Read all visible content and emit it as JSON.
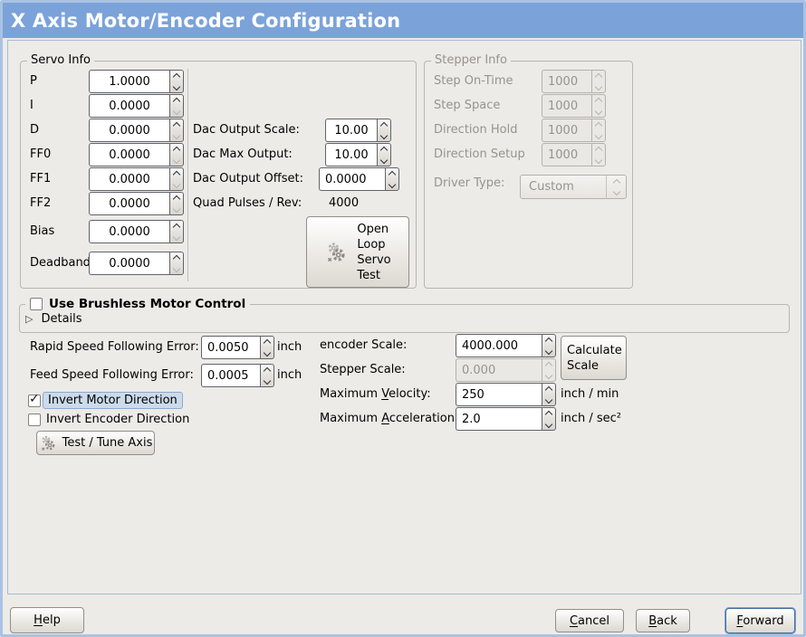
{
  "window": {
    "title": "X Axis Motor/Encoder Configuration"
  },
  "colors": {
    "titlebar_bg": "#7ba3d9",
    "window_border": "#aac2e2",
    "content_border": "#a5bbd8",
    "selection_bg": "#ccdbeb",
    "focus_ring": "#7da1cb"
  },
  "servo": {
    "frame_label": "Servo Info",
    "rows": [
      {
        "label": "P",
        "value": "1.0000"
      },
      {
        "label": "I",
        "value": "0.0000"
      },
      {
        "label": "D",
        "value": "0.0000"
      },
      {
        "label": "FF0",
        "value": "0.0000"
      },
      {
        "label": "FF1",
        "value": "0.0000"
      },
      {
        "label": "FF2",
        "value": "0.0000"
      },
      {
        "label": "Bias",
        "value": "0.0000"
      },
      {
        "label": "Deadband",
        "value": "0.0000"
      }
    ],
    "dac": [
      {
        "label": "Dac Output Scale:",
        "value": "10.00"
      },
      {
        "label": "Dac Max Output:",
        "value": "10.00"
      },
      {
        "label": "Dac Output Offset:",
        "value": "0.0000"
      }
    ],
    "quad_label": "Quad Pulses / Rev:",
    "quad_value": "4000",
    "open_loop_button_lines": [
      "Open",
      "Loop",
      "Servo",
      "Test"
    ]
  },
  "stepper": {
    "frame_label": "Stepper Info",
    "rows": [
      {
        "label": "Step On-Time",
        "value": "1000"
      },
      {
        "label": "Step Space",
        "value": "1000"
      },
      {
        "label": "Direction Hold",
        "value": "1000"
      },
      {
        "label": "Direction Setup",
        "value": "1000"
      }
    ],
    "driver_label": "Driver Type:",
    "driver_value": "Custom"
  },
  "brushless": {
    "checkbox_label": "Use Brushless Motor Control",
    "details_label": "Details"
  },
  "errors": {
    "rapid_label": "Rapid Speed Following Error:",
    "rapid_value": "0.0050",
    "rapid_unit": "inch",
    "feed_label": "Feed Speed Following Error:",
    "feed_value": "0.0005",
    "feed_unit": "inch"
  },
  "direction": {
    "invert_motor_label": "Invert Motor Direction",
    "invert_encoder_label": "Invert Encoder Direction",
    "test_tune_label": "Test / Tune Axis"
  },
  "scales": {
    "encoder_label": "encoder Scale:",
    "encoder_value": "4000.000",
    "stepper_label": "Stepper Scale:",
    "stepper_value": "0.000",
    "calculate_lines": [
      "Calculate",
      "Scale"
    ],
    "velocity_label": {
      "pre": "Maximum ",
      "mn": "V",
      "post": "elocity:"
    },
    "velocity_value": "250",
    "velocity_unit": "inch / min",
    "accel_label": {
      "pre": "Maximum ",
      "mn": "A",
      "post": "cceleration:"
    },
    "accel_value": "2.0",
    "accel_unit": "inch / sec²"
  },
  "actions": {
    "help": {
      "pre": "",
      "mn": "H",
      "post": "elp"
    },
    "cancel": {
      "pre": "",
      "mn": "C",
      "post": "ancel"
    },
    "back": {
      "pre": "",
      "mn": "B",
      "post": "ack"
    },
    "forward": {
      "pre": "",
      "mn": "F",
      "post": "orward"
    }
  }
}
